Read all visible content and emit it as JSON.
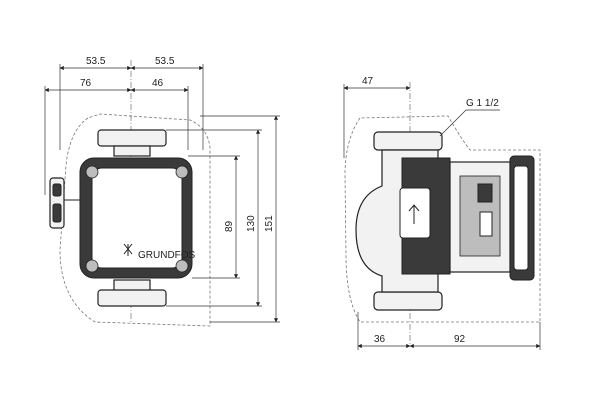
{
  "diagram": {
    "front_view": {
      "dimensions": {
        "top_left_half": "53.5",
        "top_right_half": "53.5",
        "left_to_center": "76",
        "center_to_right": "46",
        "height_89": "89",
        "height_130": "130",
        "height_151": "151"
      },
      "logo_text": "GRUNDFOS"
    },
    "side_view": {
      "dimensions": {
        "top_offset": "47",
        "bottom_left": "36",
        "bottom_right": "92"
      },
      "thread_label": "G 1 1/2"
    }
  }
}
